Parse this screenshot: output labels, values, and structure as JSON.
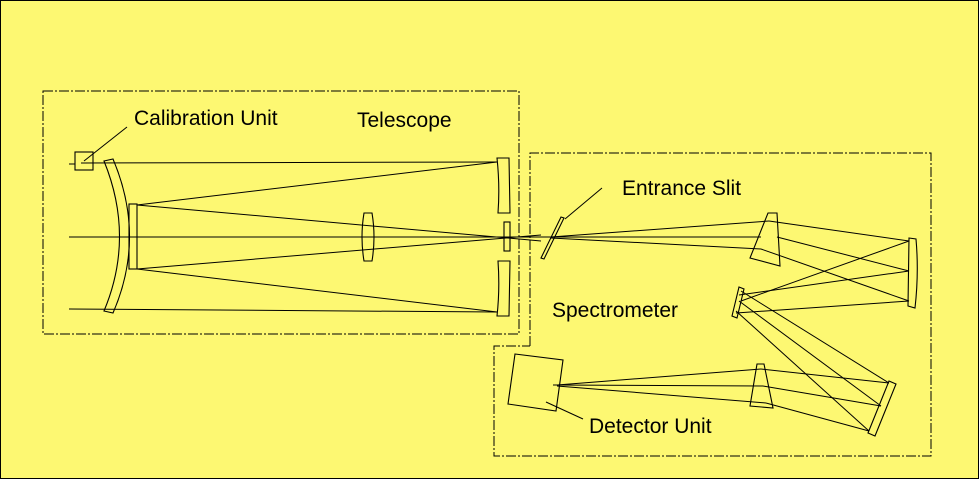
{
  "labels": {
    "calibration_unit": "Calibration Unit",
    "telescope": "Telescope",
    "entrance_slit": "Entrance Slit",
    "spectrometer": "Spectrometer",
    "detector_unit": "Detector Unit"
  },
  "colors": {
    "background": "#fdf872",
    "line": "#000000"
  }
}
